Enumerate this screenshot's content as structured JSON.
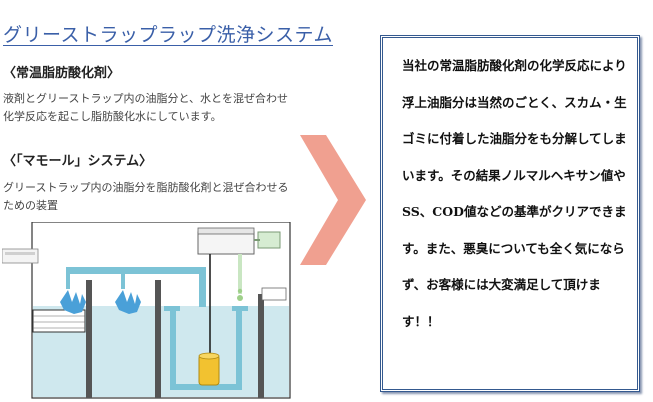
{
  "title": "グリーストラップラップ洗浄システム",
  "section1": {
    "heading": "〈常温脂肪酸化剤〉",
    "body": "液剤とグリーストラップ内の油脂分と、水とを混ぜ合わせ化学反応を起こし脂肪酸化水にしています。"
  },
  "section2": {
    "heading": "〈「マモール」システム〉",
    "body": "グリーストラップ内の油脂分を脂肪酸化剤と混ぜ合わせるための装置"
  },
  "box": {
    "text": "当社の常温脂肪酸化剤の化学反応により浮上油脂分は当然のごとく、スカム・生ゴミに付着した油脂分をも分解してしまいます。その結果ノルマルヘキサン値やSS、COD値などの基準がクリアできます。また、悪臭についても全く気にならず、お客様には大変満足して頂けます！！"
  },
  "colors": {
    "title": "#3a5fa8",
    "arrow": "#f0a090",
    "box_border": "#34598f",
    "water": "#cfe8ee",
    "pipe": "#7cc3d6",
    "pump": "#f2c230"
  }
}
